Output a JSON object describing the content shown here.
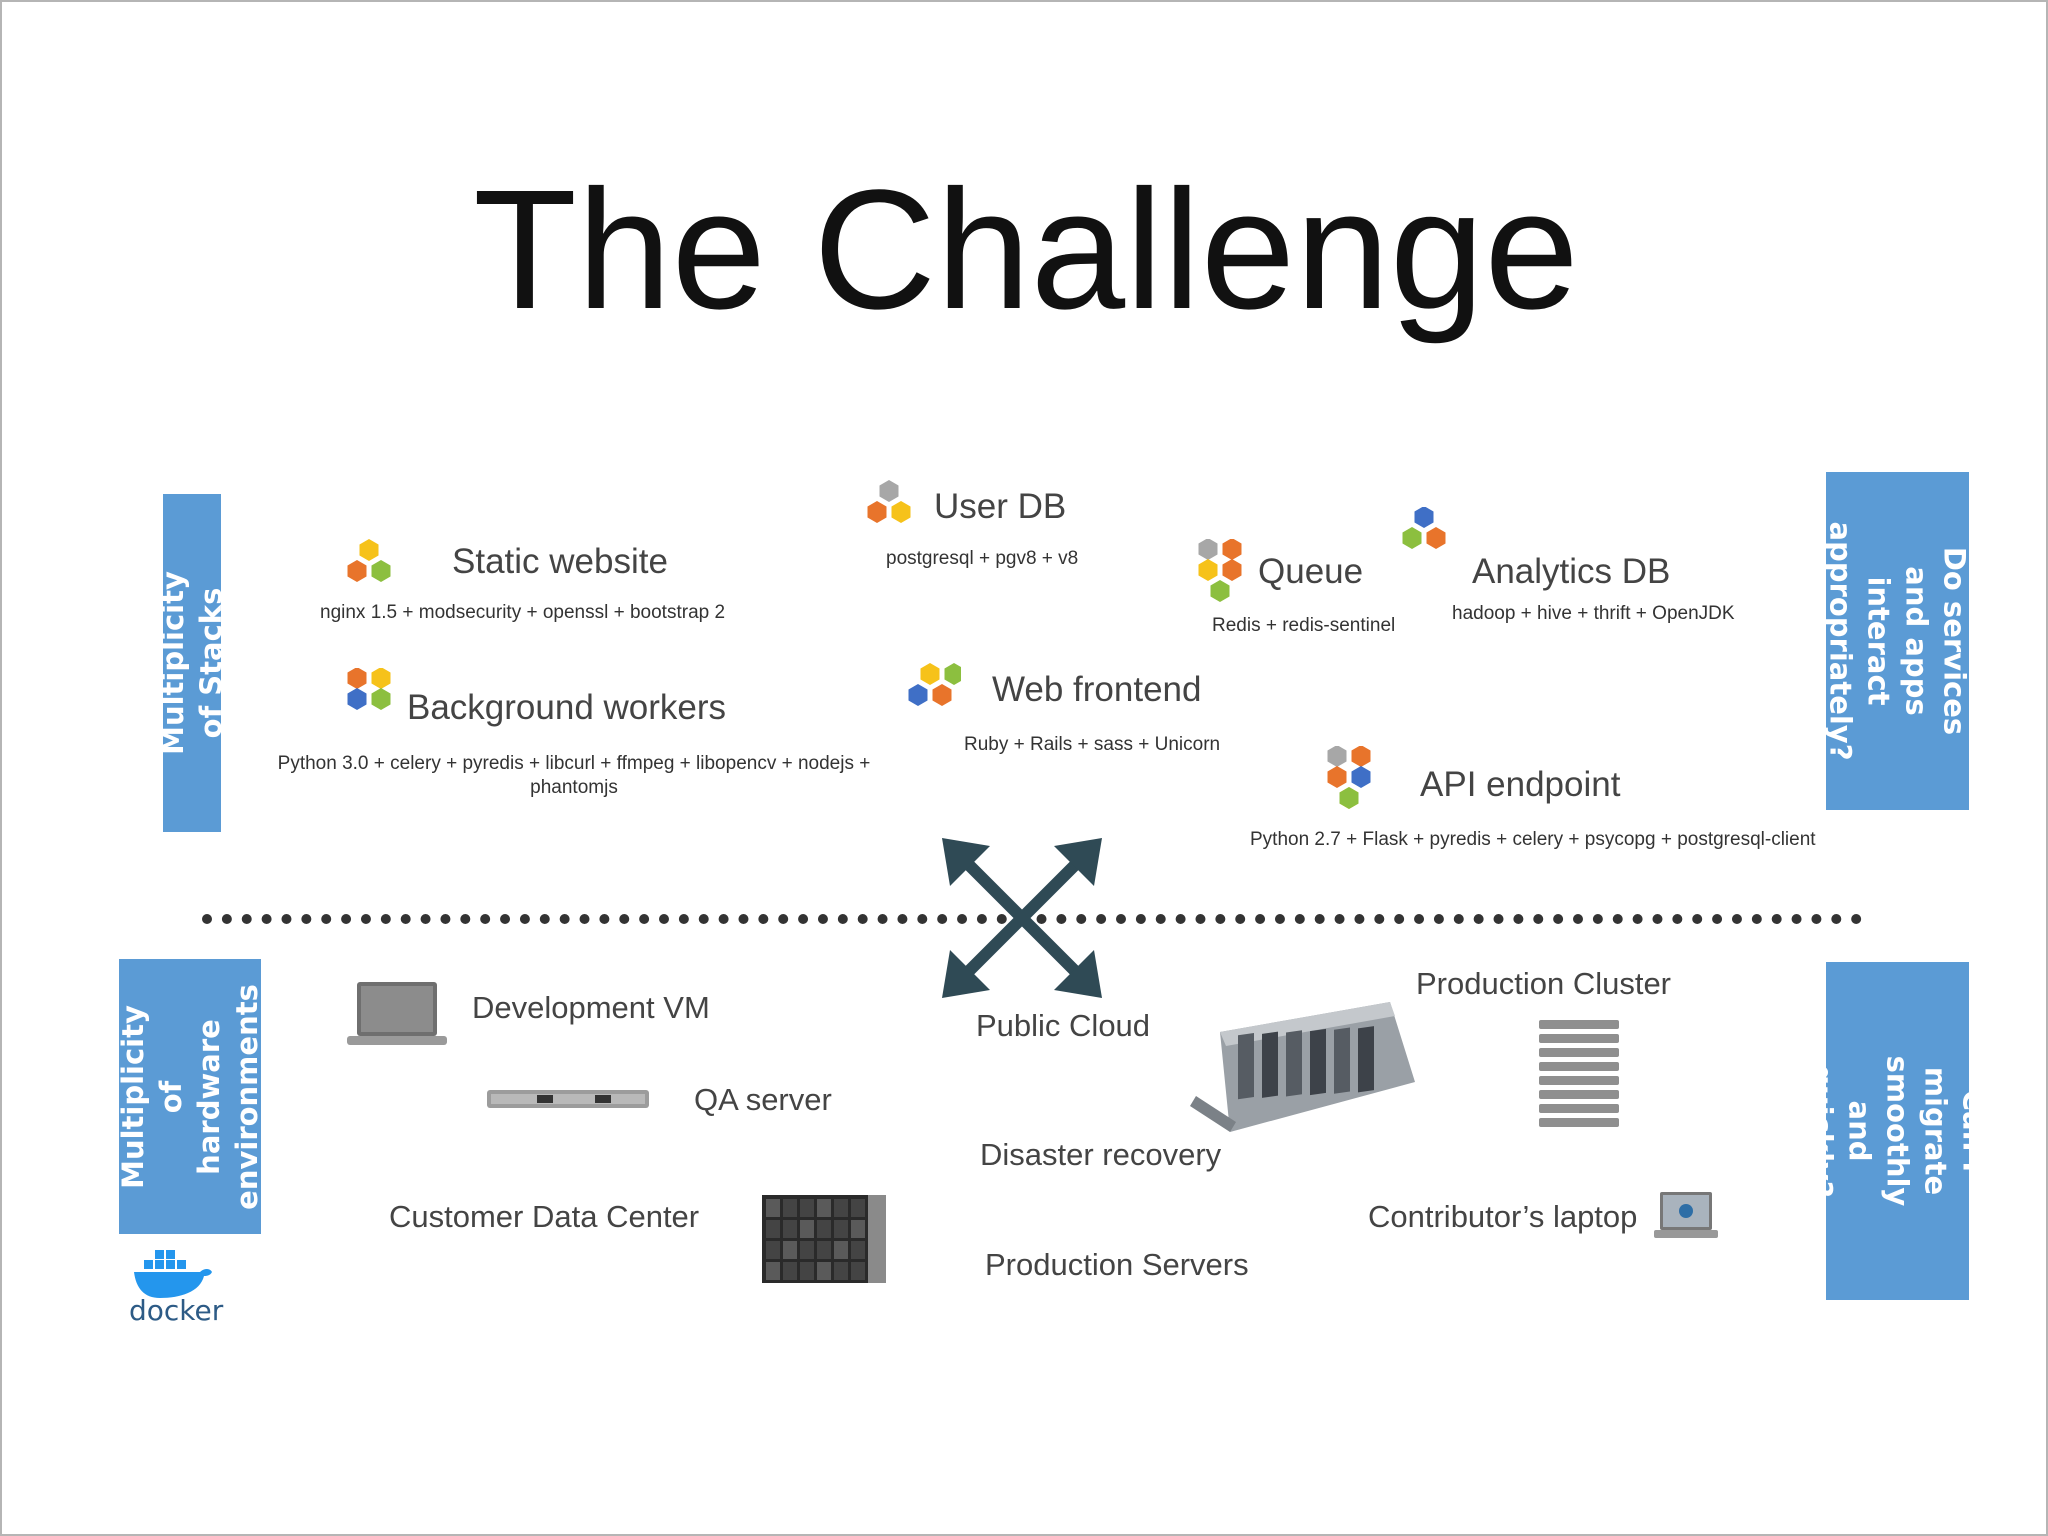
{
  "slide": {
    "title": "The Challenge"
  },
  "stacks": {
    "side_label": "Multiplicity of Stacks",
    "items": [
      {
        "name": "Static website",
        "tech": "nginx 1.5 + modsecurity + openssl + bootstrap 2"
      },
      {
        "name": "Background workers",
        "tech": "Python 3.0 + celery + pyredis + libcurl + ffmpeg + libopencv + nodejs + phantomjs"
      },
      {
        "name": "User DB",
        "tech": "postgresql + pgv8 + v8"
      },
      {
        "name": "Web frontend",
        "tech": "Ruby + Rails + sass + Unicorn"
      },
      {
        "name": "Queue",
        "tech": "Redis + redis-sentinel"
      },
      {
        "name": "Analytics DB",
        "tech": "hadoop + hive + thrift + OpenJDK"
      },
      {
        "name": "API endpoint",
        "tech": "Python 2.7 + Flask + pyredis + celery + psycopg + postgresql-client"
      }
    ]
  },
  "hardware": {
    "side_label": "Multiplicity of\nhardware\nenvironments",
    "items": [
      {
        "name": "Development VM"
      },
      {
        "name": "QA server"
      },
      {
        "name": "Customer Data Center"
      },
      {
        "name": "Public Cloud"
      },
      {
        "name": "Disaster recovery"
      },
      {
        "name": "Production Servers"
      },
      {
        "name": "Production Cluster"
      },
      {
        "name": "Contributor’s laptop"
      }
    ]
  },
  "questions": {
    "top": "Do services and apps\ninteract\nappropriately?",
    "bottom": "Can I migrate\nsmoothly and\nquickly?"
  },
  "logo": {
    "text": "docker"
  },
  "colors": {
    "side_box": "#5b9bd5",
    "arrow": "#2f4a55",
    "hex_orange": "#e8742b",
    "hex_yellow": "#f6c21a",
    "hex_green": "#8cbf3f",
    "hex_blue": "#3f6fc6",
    "hex_gray": "#a7a7a7"
  }
}
